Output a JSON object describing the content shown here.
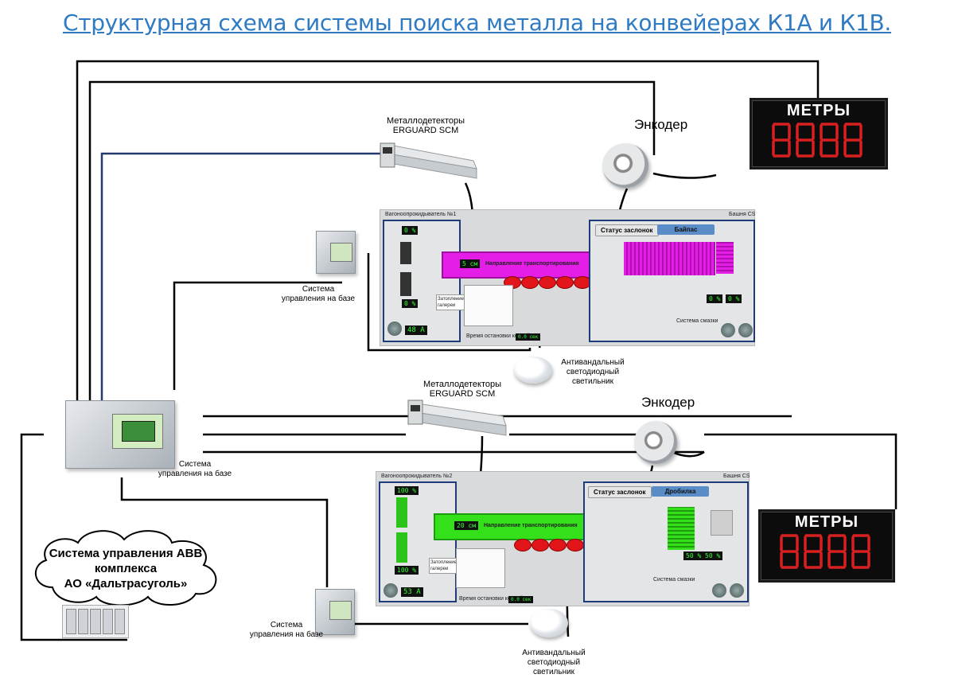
{
  "title": "Структурная схема системы поиска металла на конвейерах К1А и К1В.",
  "meters": {
    "label": "МЕТРЫ",
    "digits": "8888"
  },
  "detectors_label": [
    "Металлодетекторы",
    "ERGUARD SCM"
  ],
  "encoder_label": "Энкодер",
  "system_label": [
    "Система",
    "управления на базе"
  ],
  "lamp_label": [
    "Антивандальный",
    "светодиодный",
    "светильник"
  ],
  "abb_label": [
    "Система управления АВВ",
    "комплекса",
    "АО «Дальтрасуголь»"
  ],
  "panel1": {
    "left_header": "Вагоноопрокидыватель №1",
    "right_header": "Башня CS",
    "status_btn": "Статус заслонок",
    "mode_btn": "Байпас",
    "speed": "5 см",
    "direction": "Направление транспортирования",
    "pct_top": "0 %",
    "pct_bottom": "0 %",
    "gallery": "Затопление галереи",
    "current": "48 А",
    "stop_time": "Время остановки конвейера",
    "smoke": "Система смазки",
    "pct_a": "0 %",
    "pct_b": "0 %",
    "accent": "#e41ee6"
  },
  "panel2": {
    "left_header": "Вагоноопрокидыватель №2",
    "right_header": "Башня CS",
    "status_btn": "Статус заслонок",
    "mode_btn": "Дробилка",
    "speed": "20 см",
    "direction": "Направление транспортирования",
    "pct_top": "100 %",
    "pct_bottom": "100 %",
    "gallery": "Затопление галереи",
    "current": "53 А",
    "stop_time": "Время остановки конвейера",
    "smoke": "Система смазки",
    "pct_a": "50 %",
    "pct_b": "50 %",
    "accent": "#33e01a"
  }
}
